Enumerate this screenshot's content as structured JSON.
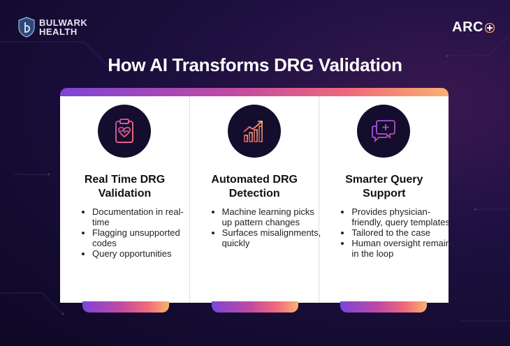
{
  "brand_left": {
    "line1": "BULWARK",
    "line2": "HEALTH"
  },
  "brand_right": {
    "name": "ARC"
  },
  "title": "How AI Transforms DRG Validation",
  "columns": [
    {
      "icon": "clipboard-heart-icon",
      "title_line1": "Real Time DRG",
      "title_line2": "Validation",
      "bullets": [
        "Documentation in real-time",
        "Flagging unsupported codes",
        "Query opportunities"
      ]
    },
    {
      "icon": "trend-chart-icon",
      "title_line1": "Automated DRG",
      "title_line2": "Detection",
      "bullets": [
        "Machine learning picks up pattern changes",
        "Surfaces misalignments, quickly"
      ]
    },
    {
      "icon": "chat-plus-icon",
      "title_line1": "Smarter Query",
      "title_line2": "Support",
      "bullets": [
        "Provides physician-friendly, query templates",
        "Tailored to the case",
        "Human oversight remains in the loop"
      ]
    }
  ],
  "colors": {
    "background": "#140b30",
    "gradient_start": "#7c45d8",
    "gradient_mid": "#f06a7a",
    "gradient_end": "#f8b272",
    "card": "#ffffff",
    "icon_bg": "#140d2e"
  }
}
